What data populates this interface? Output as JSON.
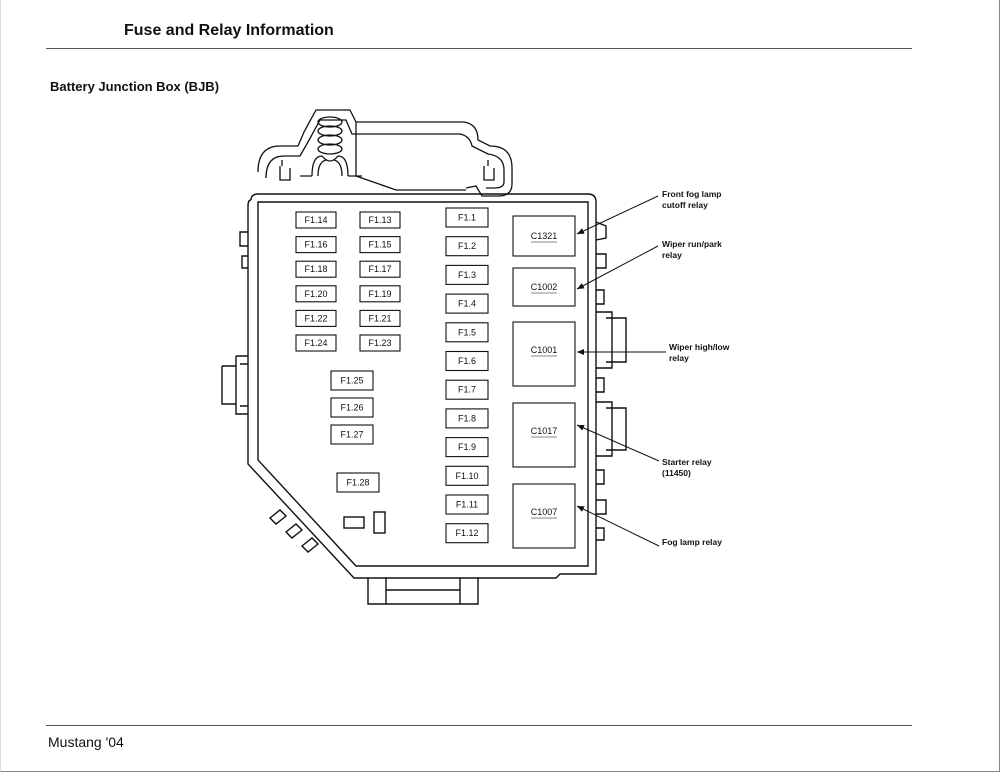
{
  "header": {
    "title": "Fuse and Relay Information"
  },
  "section": {
    "title": "Battery Junction Box (BJB)"
  },
  "footer": {
    "text": "Mustang '04"
  },
  "fuses_left": [
    [
      "F1.14",
      "F1.13"
    ],
    [
      "F1.16",
      "F1.15"
    ],
    [
      "F1.18",
      "F1.17"
    ],
    [
      "F1.20",
      "F1.19"
    ],
    [
      "F1.22",
      "F1.21"
    ],
    [
      "F1.24",
      "F1.23"
    ]
  ],
  "fuses_middle": [
    "F1.25",
    "F1.26",
    "F1.27",
    "F1.28"
  ],
  "fuses_column": [
    "F1.1",
    "F1.2",
    "F1.3",
    "F1.4",
    "F1.5",
    "F1.6",
    "F1.7",
    "F1.8",
    "F1.9",
    "F1.10",
    "F1.11",
    "F1.12"
  ],
  "relays": [
    {
      "id": "C1321",
      "label_lines": [
        "Front fog lamp",
        "cutoff relay"
      ]
    },
    {
      "id": "C1002",
      "label_lines": [
        "Wiper run/park",
        "relay"
      ]
    },
    {
      "id": "C1001",
      "label_lines": [
        "Wiper high/low",
        "relay"
      ]
    },
    {
      "id": "C1017",
      "label_lines": [
        "Starter relay",
        "(11450)"
      ]
    },
    {
      "id": "C1007",
      "label_lines": [
        "Fog lamp relay"
      ]
    }
  ]
}
